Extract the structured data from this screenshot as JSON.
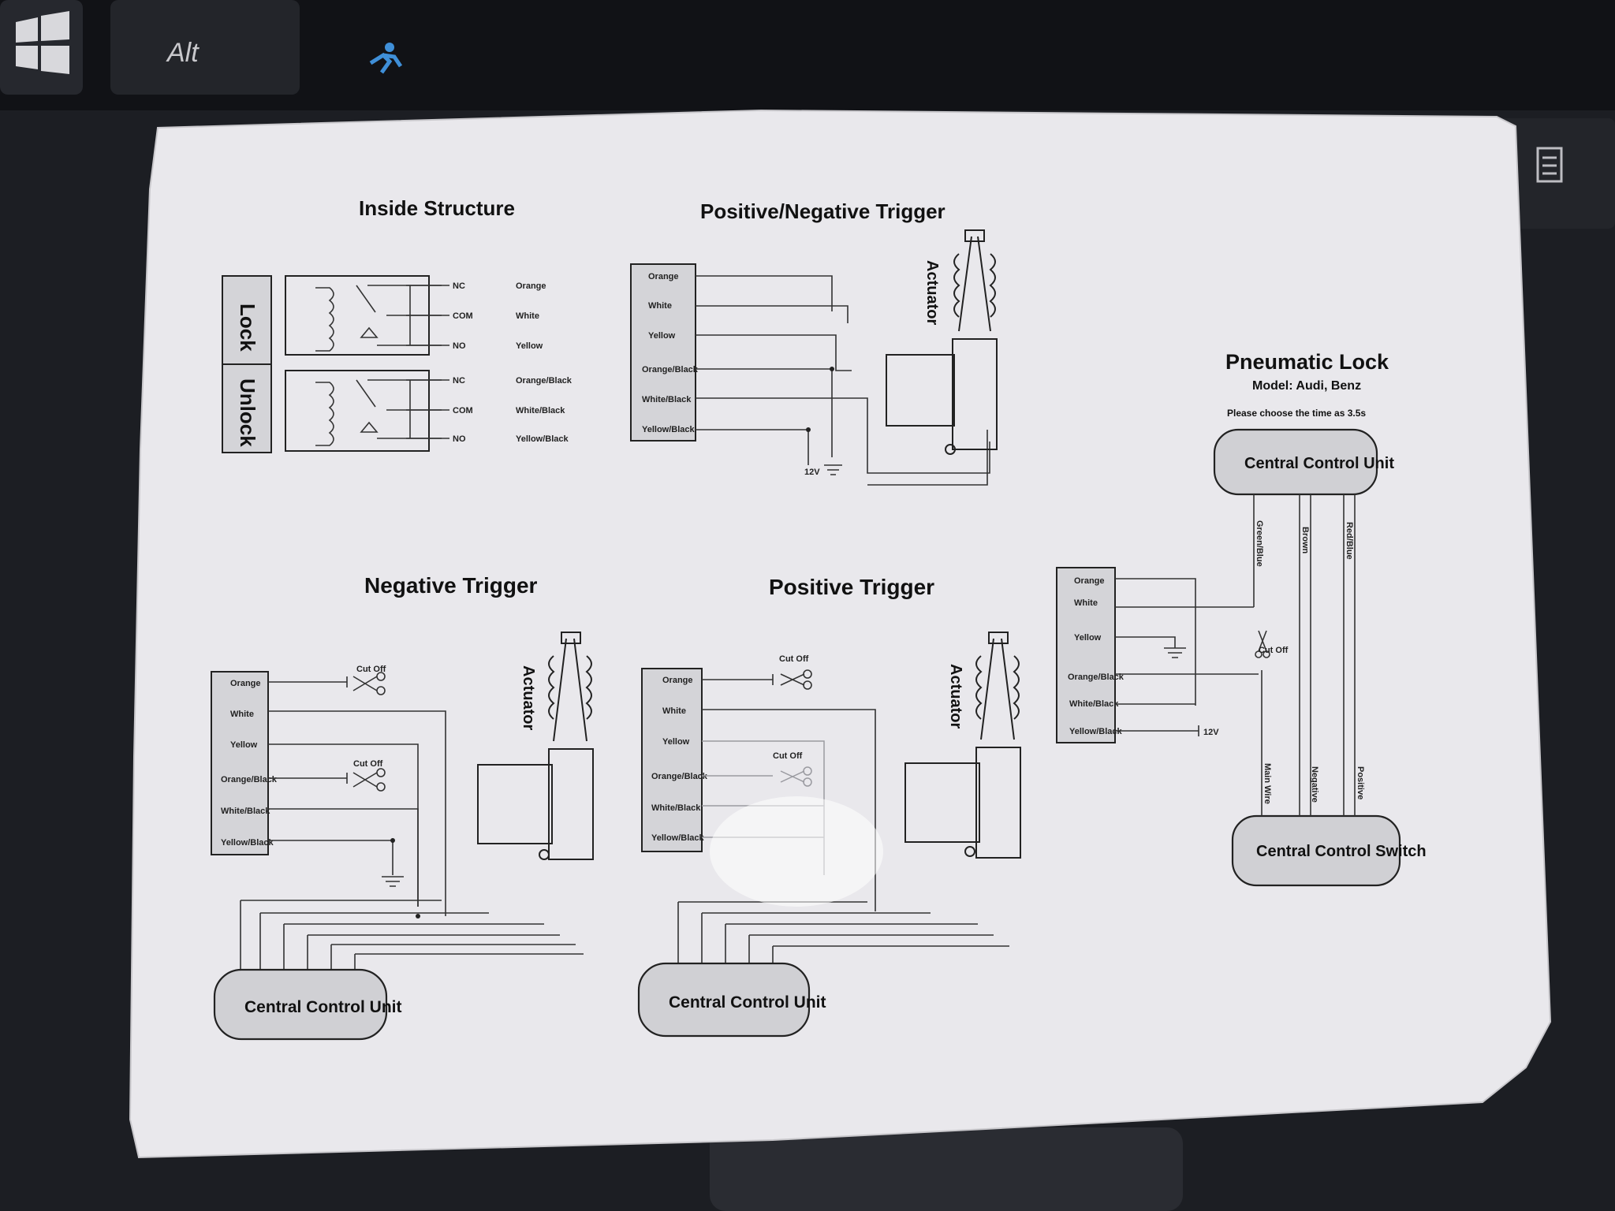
{
  "keyboard": {
    "alt_label": "Alt"
  },
  "inside_structure": {
    "title": "Inside Structure",
    "lock_label": "Lock",
    "unlock_label": "Unlock",
    "contacts": [
      "NC",
      "COM",
      "NO",
      "NC",
      "COM",
      "NO"
    ],
    "wires": [
      "Orange",
      "White",
      "Yellow",
      "Orange/Black",
      "White/Black",
      "Yellow/Black"
    ]
  },
  "pos_neg_trigger": {
    "title": "Positive/Negative Trigger",
    "wires": [
      "Orange",
      "White",
      "Yellow",
      "Orange/Black",
      "White/Black",
      "Yellow/Black"
    ],
    "actuator_label": "Actuator",
    "power_label": "12V"
  },
  "negative_trigger": {
    "title": "Negative Trigger",
    "wires": [
      "Orange",
      "White",
      "Yellow",
      "Orange/Black",
      "White/Black",
      "Yellow/Black"
    ],
    "cut_off_labels": [
      "Cut Off",
      "Cut Off"
    ],
    "actuator_label": "Actuator",
    "unit_label": "Central Control Unit"
  },
  "positive_trigger": {
    "title": "Positive Trigger",
    "wires": [
      "Orange",
      "White",
      "Yellow",
      "Orange/Black",
      "White/Black",
      "Yellow/Black"
    ],
    "cut_off_labels": [
      "Cut Off",
      "Cut Off"
    ],
    "actuator_label": "Actuator",
    "unit_label": "Central Control Unit"
  },
  "pneumatic_lock": {
    "title": "Pneumatic Lock",
    "model": "Model: Audi, Benz",
    "note": "Please choose the time as 3.5s",
    "unit_label": "Central Control Unit",
    "switch_label": "Central Control Switch",
    "wires": [
      "Orange",
      "White",
      "Yellow",
      "Orange/Black",
      "White/Black",
      "Yellow/Black"
    ],
    "cable_labels": [
      "Green/Blue",
      "Brown",
      "Red/Blue"
    ],
    "bottom_labels": [
      "Main Wire",
      "Negative",
      "Positive"
    ],
    "cut_off_label": "Cut Off",
    "power_label": "12V"
  }
}
